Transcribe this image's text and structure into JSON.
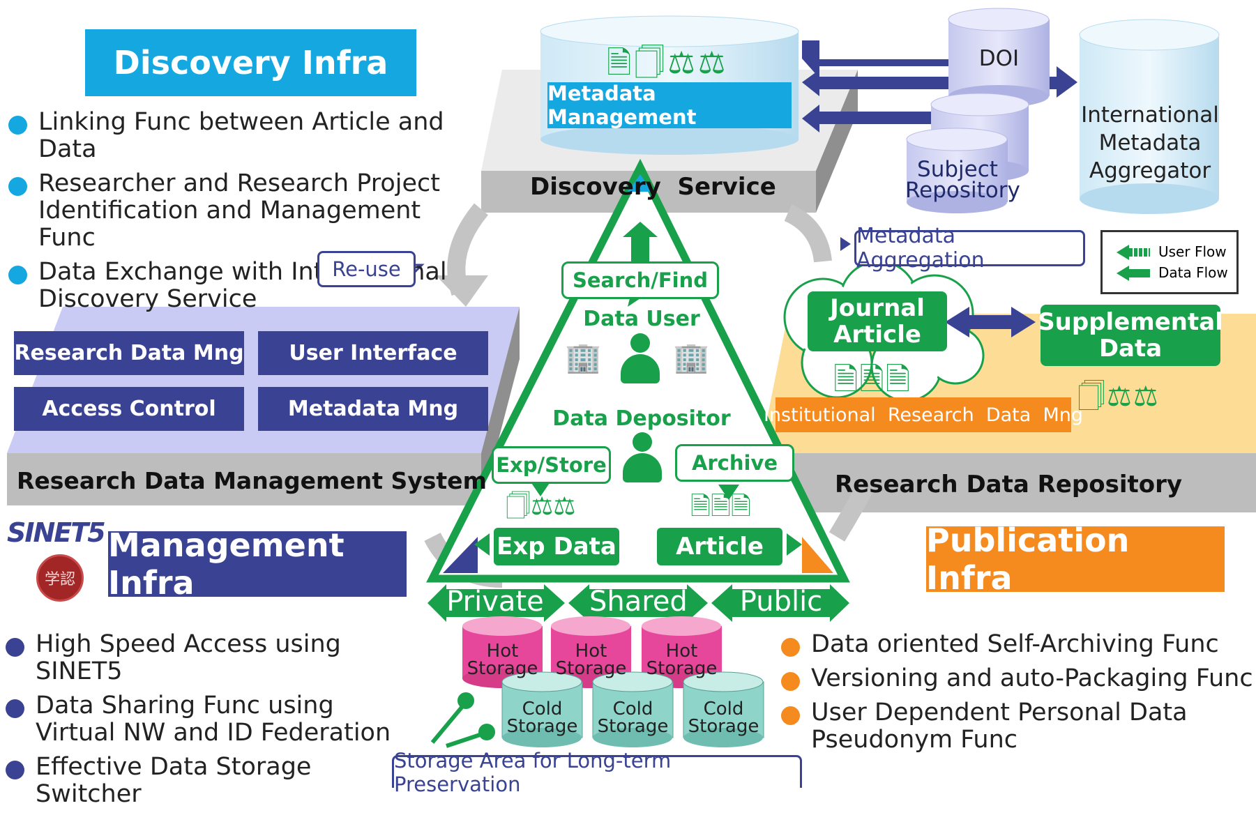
{
  "discovery": {
    "title": "Discovery Infra",
    "bullets": [
      "Linking Func between Article and Data",
      "Researcher and Research Project\n Identification and Management Func",
      "Data Exchange with International\n Discovery  Service"
    ],
    "service_label": "Discovery  Service",
    "metadata_label": "Metadata Management",
    "reuse_label": "Re-use"
  },
  "external": {
    "doi": "DOI",
    "subject_repository": "Subject\nRepository",
    "aggregator": "International\nMetadata\nAggregator",
    "metadata_aggregation": "Metadata Aggregation"
  },
  "legend": {
    "user_flow": "User Flow",
    "data_flow": "Data Flow"
  },
  "management": {
    "title": "Management Infra",
    "logo": "SINET5",
    "seal": "学認",
    "platform_label": "Research Data Management System",
    "buttons": [
      "Research Data Mng",
      "User Interface",
      "Access Control",
      "Metadata Mng"
    ],
    "bullets": [
      "High Speed Access using SINET5",
      "Data Sharing Func using\n Virtual NW and ID Federation",
      "Effective Data Storage Switcher"
    ]
  },
  "publication": {
    "title": "Publication Infra",
    "platform_label": "Research Data Repository",
    "journal_article": "Journal\nArticle",
    "supplemental_data": "Supplemental\nData",
    "institutional": "Institutional  Research  Data  Mng",
    "bullets": [
      "Data oriented Self-Archiving  Func",
      "Versioning and auto-Packaging  Func",
      "User Dependent Personal Data\n Pseudonym Func"
    ]
  },
  "triangle": {
    "search_find": "Search/Find",
    "data_user": "Data User",
    "data_depositor": "Data Depositor",
    "exp_store": "Exp/Store",
    "archive": "Archive",
    "exp_data": "Exp Data",
    "article": "Article"
  },
  "zones": [
    "Private",
    "Shared",
    "Public"
  ],
  "storage": {
    "hot": [
      "Hot\nStorage",
      "Hot\nStorage",
      "Hot\nStorage"
    ],
    "cold": [
      "Cold\nStorage",
      "Cold\nStorage",
      "Cold\nStorage"
    ],
    "long_term": "Storage Area for Long-term Preservation"
  },
  "colors": {
    "discovery_blue": "#14a7e0",
    "management_navy": "#3a4393",
    "publication_orange": "#f58a1f",
    "green": "#18a04a"
  }
}
